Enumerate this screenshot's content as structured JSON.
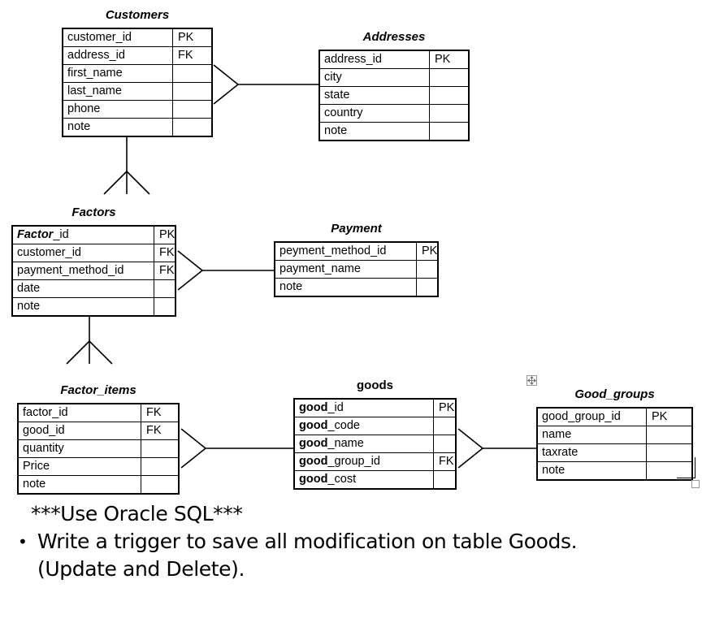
{
  "diagram": {
    "type": "entity-relationship-diagram",
    "notation": "crows-foot",
    "entities": [
      {
        "id": "customers",
        "title": "Customers",
        "title_style": "bold-italic",
        "attributes": [
          {
            "name": "customer_id",
            "key": "PK"
          },
          {
            "name": "address_id",
            "key": "FK"
          },
          {
            "name": "first_name",
            "key": ""
          },
          {
            "name": "last_name",
            "key": ""
          },
          {
            "name": "phone",
            "key": ""
          },
          {
            "name": "note",
            "key": ""
          }
        ]
      },
      {
        "id": "addresses",
        "title": "Addresses",
        "title_style": "bold-italic",
        "attributes": [
          {
            "name": "address_id",
            "key": "PK"
          },
          {
            "name": "city",
            "key": ""
          },
          {
            "name": "state",
            "key": ""
          },
          {
            "name": "country",
            "key": ""
          },
          {
            "name": "note",
            "key": ""
          }
        ]
      },
      {
        "id": "factors",
        "title": "Factors",
        "title_style": "bold-italic",
        "attributes": [
          {
            "name": "Factor_id",
            "key": "PK",
            "emphasis_prefix": "Factor",
            "emphasis_style": "bold-italic"
          },
          {
            "name": "customer_id",
            "key": "FK"
          },
          {
            "name": "payment_method_id",
            "key": "FK"
          },
          {
            "name": "date",
            "key": ""
          },
          {
            "name": "note",
            "key": ""
          }
        ]
      },
      {
        "id": "payment",
        "title": "Payment",
        "title_style": "bold-italic",
        "attributes": [
          {
            "name": "peyment_method_id",
            "key": "PK"
          },
          {
            "name": "payment_name",
            "key": ""
          },
          {
            "name": "note",
            "key": ""
          }
        ]
      },
      {
        "id": "factor_items",
        "title": "Factor_items",
        "title_style": "bold-italic",
        "attributes": [
          {
            "name": "factor_id",
            "key": "FK"
          },
          {
            "name": "good_id",
            "key": "FK"
          },
          {
            "name": "quantity",
            "key": ""
          },
          {
            "name": "Price",
            "key": ""
          },
          {
            "name": "note",
            "key": ""
          }
        ]
      },
      {
        "id": "goods",
        "title": "goods",
        "title_style": "bold",
        "attributes": [
          {
            "name": "good_id",
            "key": "PK",
            "emphasis_prefix": "good",
            "emphasis_style": "bold"
          },
          {
            "name": "good_code",
            "key": "",
            "emphasis_prefix": "good",
            "emphasis_style": "bold"
          },
          {
            "name": "good_name",
            "key": "",
            "emphasis_prefix": "good",
            "emphasis_style": "bold"
          },
          {
            "name": "good_group_id",
            "key": "FK",
            "emphasis_prefix": "good",
            "emphasis_style": "bold"
          },
          {
            "name": "good_cost",
            "key": "",
            "emphasis_prefix": "good",
            "emphasis_style": "bold"
          }
        ]
      },
      {
        "id": "good_groups",
        "title": "Good_groups",
        "title_style": "bold-italic",
        "selected": true,
        "attributes": [
          {
            "name": "good_group_id",
            "key": "PK"
          },
          {
            "name": "name",
            "key": ""
          },
          {
            "name": "taxrate",
            "key": ""
          },
          {
            "name": "note",
            "key": ""
          }
        ]
      }
    ],
    "relationships": [
      {
        "id": "customers-addresses",
        "from": "customers",
        "to": "addresses",
        "from_cardinality": "many",
        "to_cardinality": "one",
        "orientation": "horizontal"
      },
      {
        "id": "customers-factors",
        "from": "customers",
        "to": "factors",
        "from_cardinality": "one",
        "to_cardinality": "many",
        "orientation": "vertical"
      },
      {
        "id": "factors-payment",
        "from": "factors",
        "to": "payment",
        "from_cardinality": "many",
        "to_cardinality": "one",
        "orientation": "horizontal"
      },
      {
        "id": "factors-factor_items",
        "from": "factors",
        "to": "factor_items",
        "from_cardinality": "one",
        "to_cardinality": "many",
        "orientation": "vertical"
      },
      {
        "id": "factor_items-goods",
        "from": "factor_items",
        "to": "goods",
        "from_cardinality": "many",
        "to_cardinality": "one",
        "orientation": "horizontal"
      },
      {
        "id": "goods-good_groups",
        "from": "goods",
        "to": "good_groups",
        "from_cardinality": "many",
        "to_cardinality": "one",
        "orientation": "horizontal"
      }
    ]
  },
  "handles": {
    "move_icon": "move-four-arrow-icon",
    "resize_icon": "resize-handle-icon"
  },
  "notes": {
    "heading": "***Use Oracle SQL***",
    "bullet_mark": "•",
    "bullet_line_1": "Write a trigger to save all modification on table Goods.",
    "bullet_line_2": "(Update and Delete)."
  },
  "colors": {
    "background": "#ffffff",
    "stroke": "#000000",
    "handle": "#9a9a9a"
  }
}
